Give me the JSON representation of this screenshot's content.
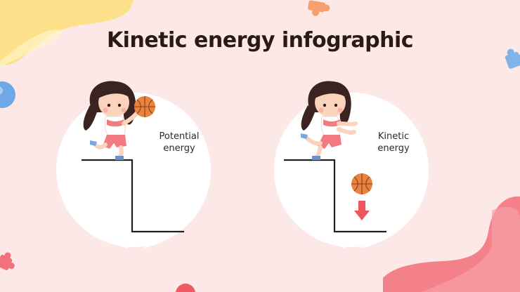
{
  "slide": {
    "title": "Kinetic energy infographic",
    "panels": [
      {
        "label_line1": "Potential",
        "label_line2": "energy"
      },
      {
        "label_line1": "Kinetic",
        "label_line2": "energy"
      }
    ]
  },
  "colors": {
    "background": "#fce9e7",
    "title_text": "#2a1a16",
    "blob_yellow": "#fde08a",
    "blob_pink": "#f4808a",
    "ball_orange": "#e8843f",
    "arrow_red": "#f0555d",
    "puzzle_orange": "#f7a06d",
    "puzzle_blue": "#7fb4e8",
    "bubble_blue": "#6fa8e6"
  }
}
